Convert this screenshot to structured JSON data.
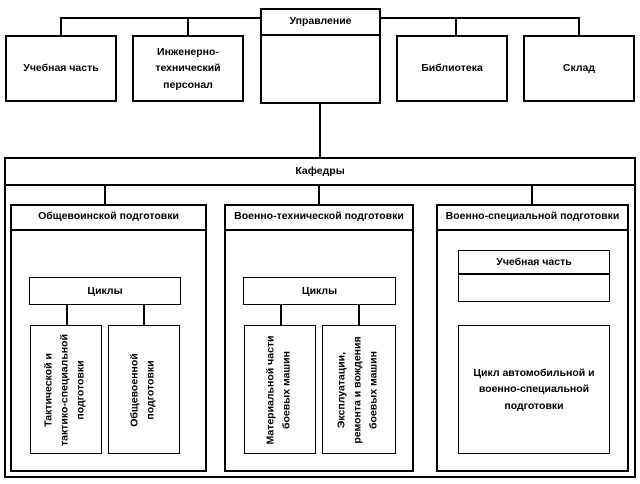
{
  "top": {
    "management": "Управление",
    "educational_part": "Учебная часть",
    "engineering_staff": "Инженерно-\nтехнический\nперсонал",
    "library": "Библиотека",
    "warehouse": "Склад"
  },
  "departments": {
    "title": "Кафедры",
    "general_military": {
      "title": "Общевоинской подготовки",
      "cycles_label": "Циклы",
      "cycle_tactical": "Тактической и\nтактико-специальной\nподготовки",
      "cycle_general": "Общевоенной\nподготовки"
    },
    "military_technical": {
      "title": "Военно-технической подготовки",
      "cycles_label": "Циклы",
      "cycle_materiel": "Материальной части\nбоевых машин",
      "cycle_operation": "Эксплуатации,\nремонта и вождения\nбоевых машин"
    },
    "military_special": {
      "title": "Военно-специальной подготовки",
      "educational_part": "Учебная часть",
      "cycle_auto": "Цикл автомобильной и\nвоенно-специальной\nподготовки"
    }
  }
}
